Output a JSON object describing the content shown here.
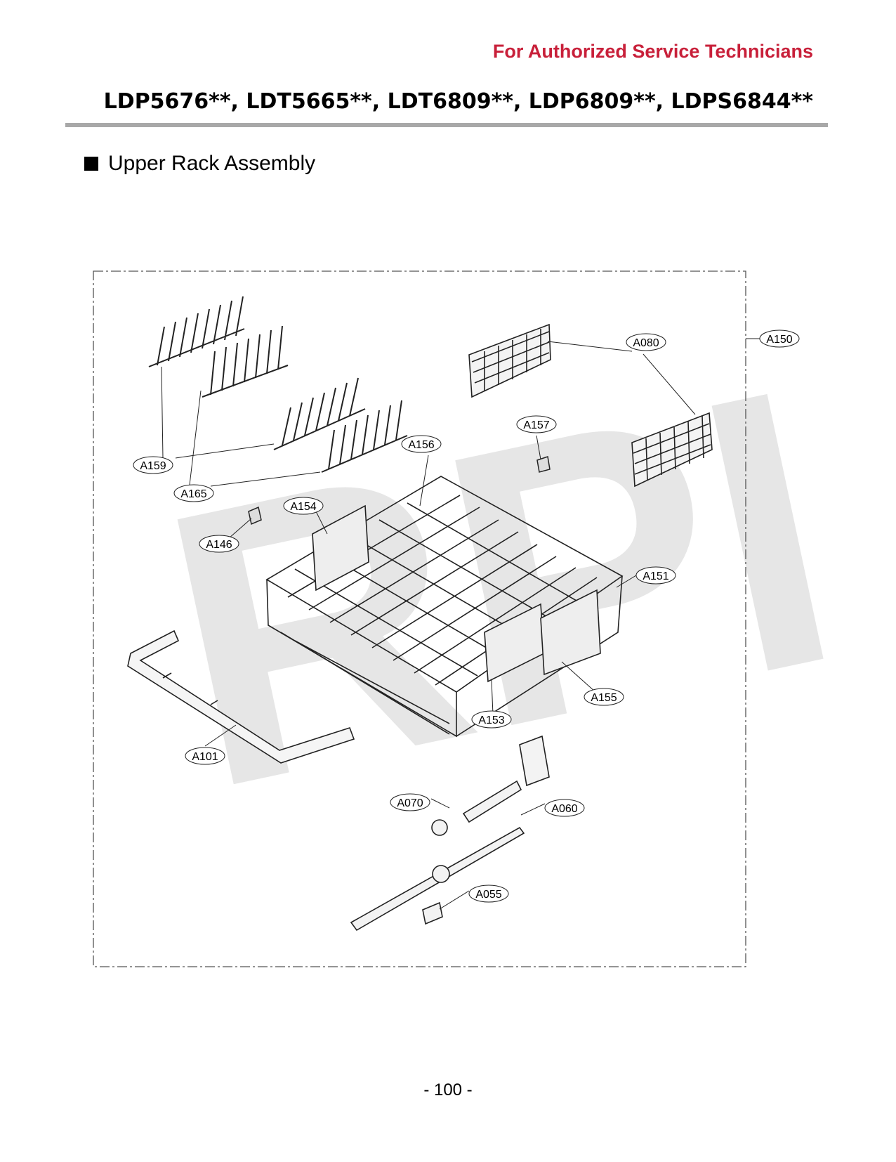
{
  "header": {
    "authorized_text": "For Authorized Service Technicians",
    "models": "LDP5676**, LDT5665**, LDT6809**, LDP6809**, LDPS6844**"
  },
  "section": {
    "title": "Upper Rack Assembly"
  },
  "watermark": "RPI",
  "callouts": {
    "a150": "A150",
    "a080": "A080",
    "a157": "A157",
    "a156": "A156",
    "a159": "A159",
    "a165": "A165",
    "a154": "A154",
    "a146": "A146",
    "a151": "A151",
    "a155": "A155",
    "a153": "A153",
    "a101": "A101",
    "a070": "A070",
    "a060": "A060",
    "a055": "A055"
  },
  "footer": {
    "page_number": "- 100 -"
  },
  "colors": {
    "accent": "#c8203a",
    "rule": "#a8a8a8",
    "watermark": "#e6e6e6"
  }
}
